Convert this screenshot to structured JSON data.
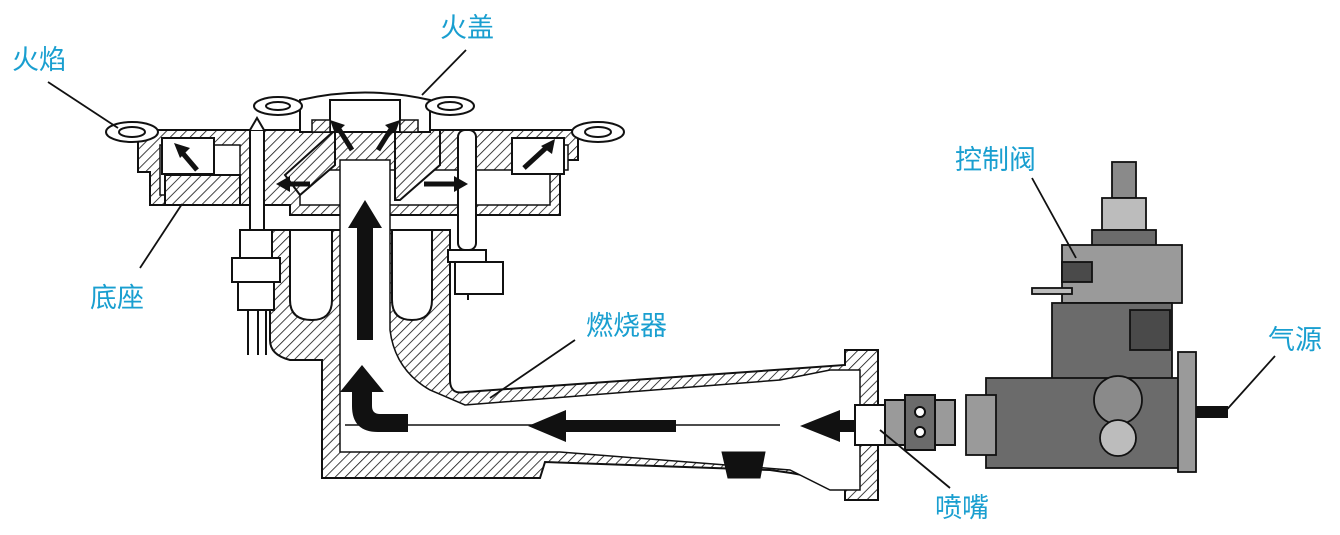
{
  "colors": {
    "label": "#1a9fd0",
    "stroke": "#111111",
    "body_gray": "#6b6b6b",
    "body_dark": "#4a4a4a",
    "body_light": "#9a9a9a",
    "arrow": "#111111"
  },
  "labels": {
    "flame": "火焰",
    "cap": "火盖",
    "base": "底座",
    "burner": "燃烧器",
    "control_valve": "控制阀",
    "gas_source": "气源",
    "nozzle": "喷嘴"
  }
}
